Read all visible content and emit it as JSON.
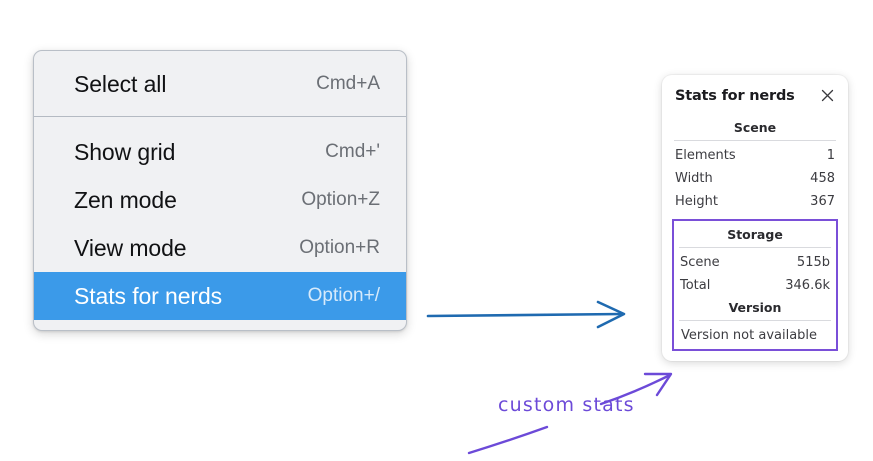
{
  "menu": {
    "sections": [
      {
        "items": [
          {
            "label": "Select all",
            "shortcut": "Cmd+A",
            "selected": false
          }
        ]
      },
      {
        "items": [
          {
            "label": "Show grid",
            "shortcut": "Cmd+'",
            "selected": false
          },
          {
            "label": "Zen mode",
            "shortcut": "Option+Z",
            "selected": false
          },
          {
            "label": "View mode",
            "shortcut": "Option+R",
            "selected": false
          },
          {
            "label": "Stats for nerds",
            "shortcut": "Option+/",
            "selected": true
          }
        ]
      }
    ],
    "item_0_0_label": "Select all",
    "item_0_0_shortcut": "Cmd+A",
    "item_1_0_label": "Show grid",
    "item_1_0_shortcut": "Cmd+'",
    "item_1_1_label": "Zen mode",
    "item_1_1_shortcut": "Option+Z",
    "item_1_2_label": "View mode",
    "item_1_2_shortcut": "Option+R",
    "item_1_3_label": "Stats for nerds",
    "item_1_3_shortcut": "Option+/",
    "highlight_color": "#3b9ae9",
    "background_color": "#f0f1f3"
  },
  "panel": {
    "title": "Stats for nerds",
    "close_icon": "close-icon",
    "scene": {
      "heading": "Scene",
      "rows": [
        {
          "key": "Elements",
          "value": "1"
        },
        {
          "key": "Width",
          "value": "458"
        },
        {
          "key": "Height",
          "value": "367"
        }
      ],
      "row_0_key": "Elements",
      "row_0_value": "1",
      "row_1_key": "Width",
      "row_1_value": "458",
      "row_2_key": "Height",
      "row_2_value": "367"
    },
    "storage": {
      "heading": "Storage",
      "rows": [
        {
          "key": "Scene",
          "value": "515b"
        },
        {
          "key": "Total",
          "value": "346.6k"
        }
      ],
      "row_0_key": "Scene",
      "row_0_value": "515b",
      "row_1_key": "Total",
      "row_1_value": "346.6k"
    },
    "version": {
      "heading": "Version",
      "text": "Version not available"
    },
    "highlight_border_color": "#7a4fd8"
  },
  "annotations": {
    "label": "custom stats",
    "label_color": "#6c4ad8",
    "blue_arrow_color": "#1f6ab0"
  }
}
